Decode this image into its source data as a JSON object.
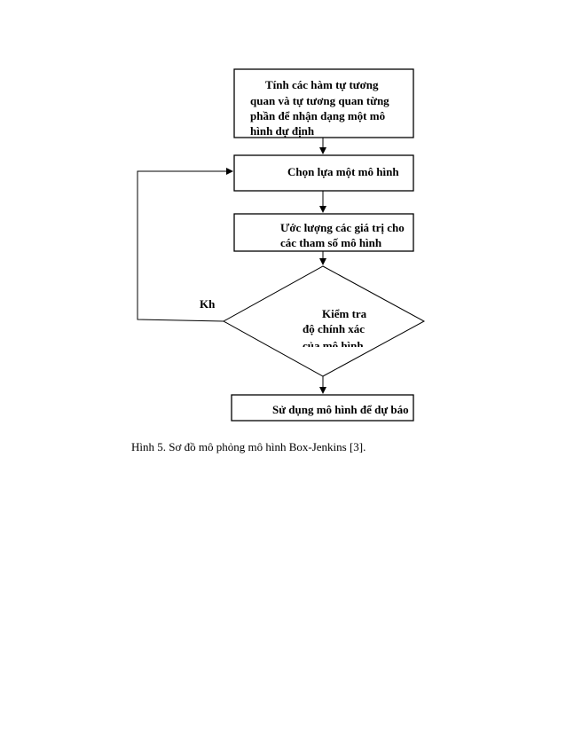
{
  "diagram": {
    "nodes": {
      "compute": [
        "Tính các hàm tự tương",
        "quan và tự tương quan từng",
        "phần để nhận dạng một mô",
        "hình dự định"
      ],
      "choose": [
        "Chọn lựa một mô hình"
      ],
      "estimate": [
        "Ước lượng các giá trị cho",
        "các tham số mô hình"
      ],
      "check": [
        "Kiểm tra",
        "độ chính xác",
        "của mô hình"
      ],
      "use": [
        "Sử dụng mô hình để dự báo"
      ]
    },
    "loop_label": "Kh"
  },
  "caption": "Hình 5. Sơ đồ mô phỏng mô hình Box-Jenkins [3]."
}
